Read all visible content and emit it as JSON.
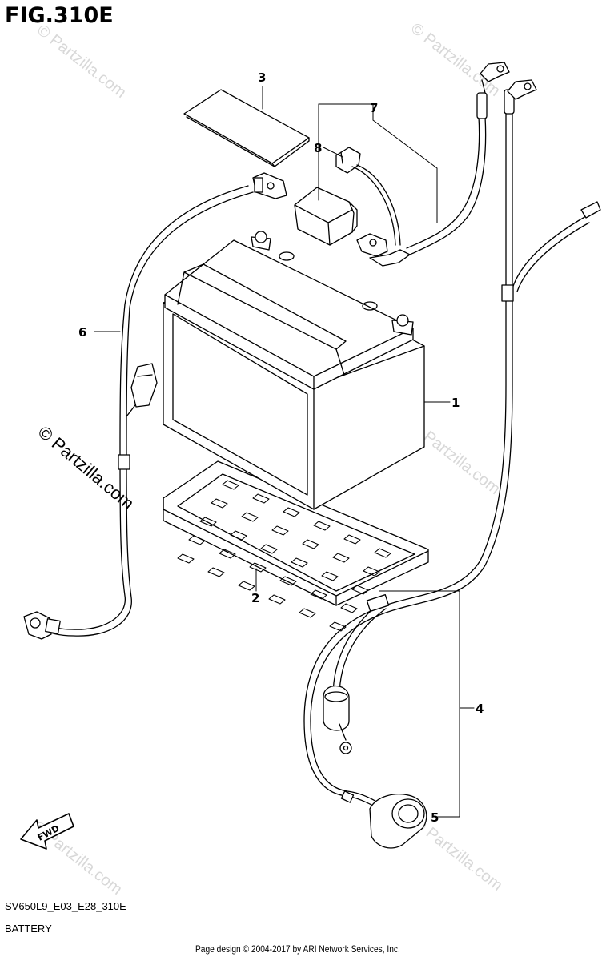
{
  "figure": {
    "title": "FIG.310E",
    "code": "SV650L9_E03_E28_310E",
    "section": "BATTERY"
  },
  "callouts": [
    {
      "id": "1",
      "label": "1"
    },
    {
      "id": "2",
      "label": "2"
    },
    {
      "id": "3",
      "label": "3"
    },
    {
      "id": "4",
      "label": "4"
    },
    {
      "id": "5",
      "label": "5"
    },
    {
      "id": "6",
      "label": "6"
    },
    {
      "id": "7",
      "label": "7"
    },
    {
      "id": "8",
      "label": "8"
    }
  ],
  "direction_badge": "FWD",
  "watermarks": {
    "main": "© Partzilla.com",
    "faint": "© Partzilla.com"
  },
  "footer": "Page design © 2004-2017 by ARI Network Services, Inc."
}
